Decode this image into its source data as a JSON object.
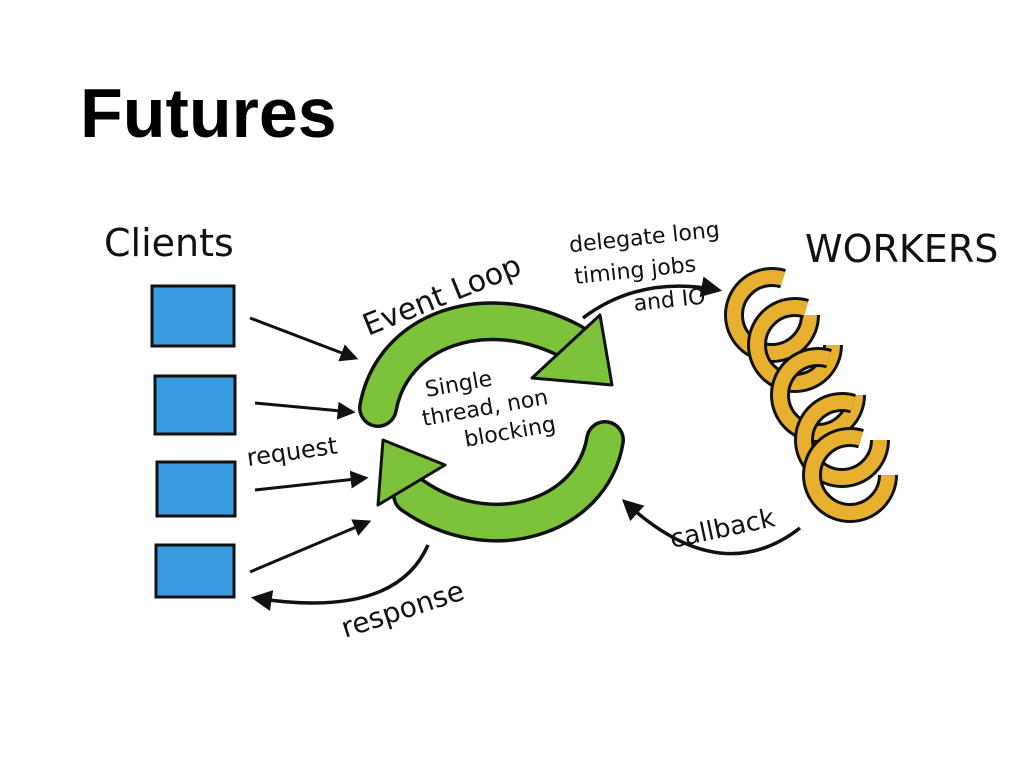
{
  "slide": {
    "title": "Futures"
  },
  "diagram": {
    "clients_label": "Clients",
    "workers_label": "WORKERS",
    "event_loop_label": "Event Loop",
    "loop_center": [
      "Single",
      "thread, non",
      "blocking"
    ],
    "request_label": "request",
    "response_label": "response",
    "delegate_label": [
      "delegate long",
      "timing jobs",
      "and IO"
    ],
    "callback_label": "callback",
    "colors": {
      "client_box": "#3a9be0",
      "event_loop": "#7cc23a",
      "worker": "#e8b02f",
      "ink": "#111111"
    }
  }
}
